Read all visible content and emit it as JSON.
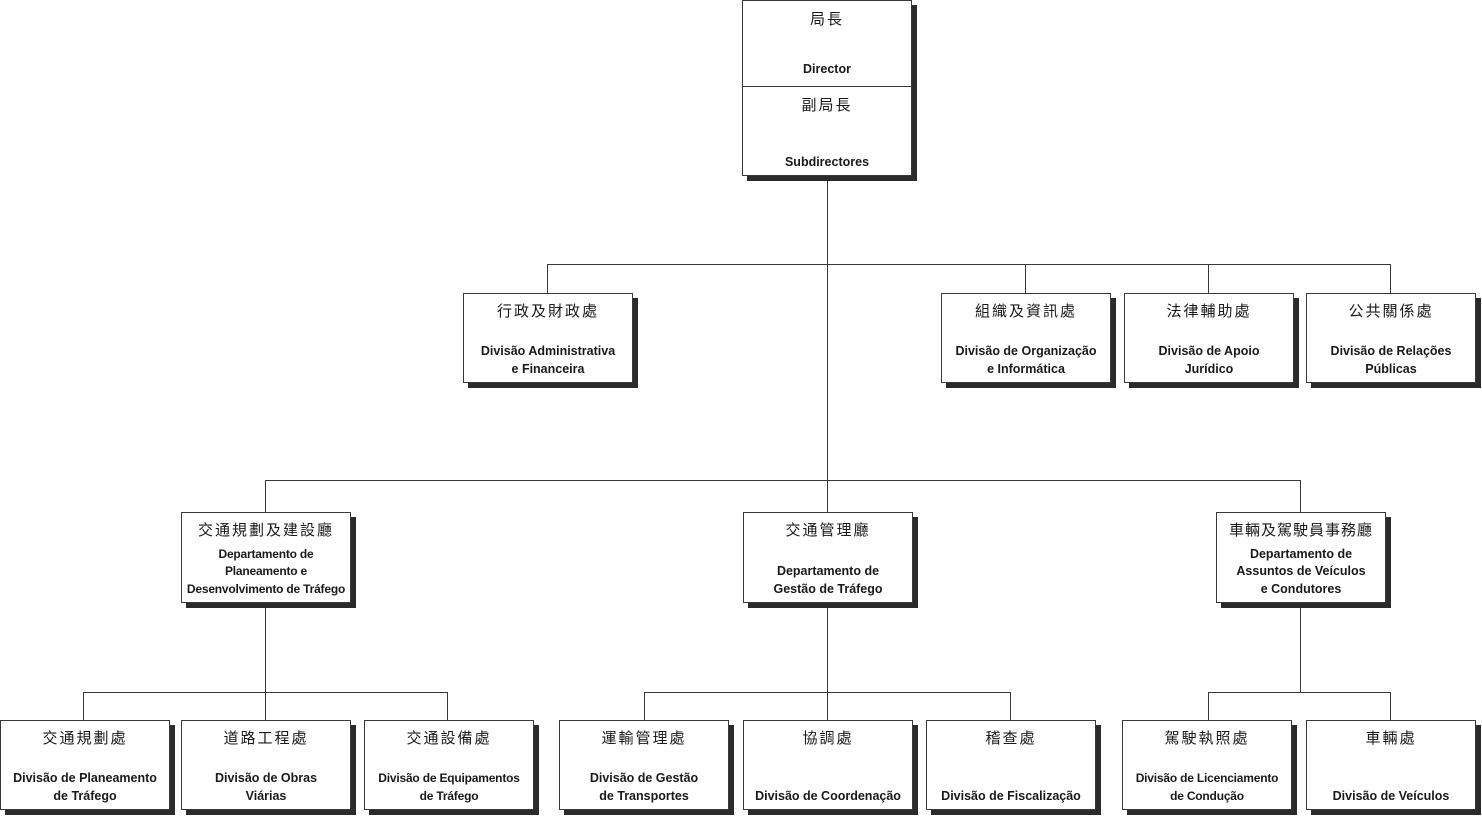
{
  "top": {
    "director": {
      "zh": "局長",
      "pt": "Director"
    },
    "subdirector": {
      "zh": "副局長",
      "pt": "Subdirectores"
    }
  },
  "divisions": [
    {
      "zh": "行政及財政處",
      "pt": "Divisão Administrativa\ne Financeira"
    },
    {
      "zh": "組織及資訊處",
      "pt": "Divisão de Organização\ne Informática"
    },
    {
      "zh": "法律輔助處",
      "pt": "Divisão de Apoio\nJurídico"
    },
    {
      "zh": "公共關係處",
      "pt": "Divisão de Relações\nPúblicas"
    }
  ],
  "departments": [
    {
      "zh": "交通規劃及建設廳",
      "pt": "Departamento de\nPlaneamento e\nDesenvolvimento de Tráfego"
    },
    {
      "zh": "交通管理廳",
      "pt": "Departamento de\nGestão de Tráfego"
    },
    {
      "zh": "車輛及駕駛員事務廳",
      "pt": "Departamento de\nAssuntos de Veículos\ne Condutores"
    }
  ],
  "sub_divisions": [
    {
      "zh": "交通規劃處",
      "pt": "Divisão de Planeamento\nde Tráfego"
    },
    {
      "zh": "道路工程處",
      "pt": "Divisão de Obras\nViárias"
    },
    {
      "zh": "交通設備處",
      "pt": "Divisão de Equipamentos\nde Tráfego"
    },
    {
      "zh": "運輸管理處",
      "pt": "Divisão de Gestão\nde Transportes"
    },
    {
      "zh": "協調處",
      "pt": "Divisão de Coordenação"
    },
    {
      "zh": "稽查處",
      "pt": "Divisão de Fiscalização"
    },
    {
      "zh": "駕駛執照處",
      "pt": "Divisão de Licenciamento\nde Condução"
    },
    {
      "zh": "車輛處",
      "pt": "Divisão de  Veículos"
    }
  ]
}
